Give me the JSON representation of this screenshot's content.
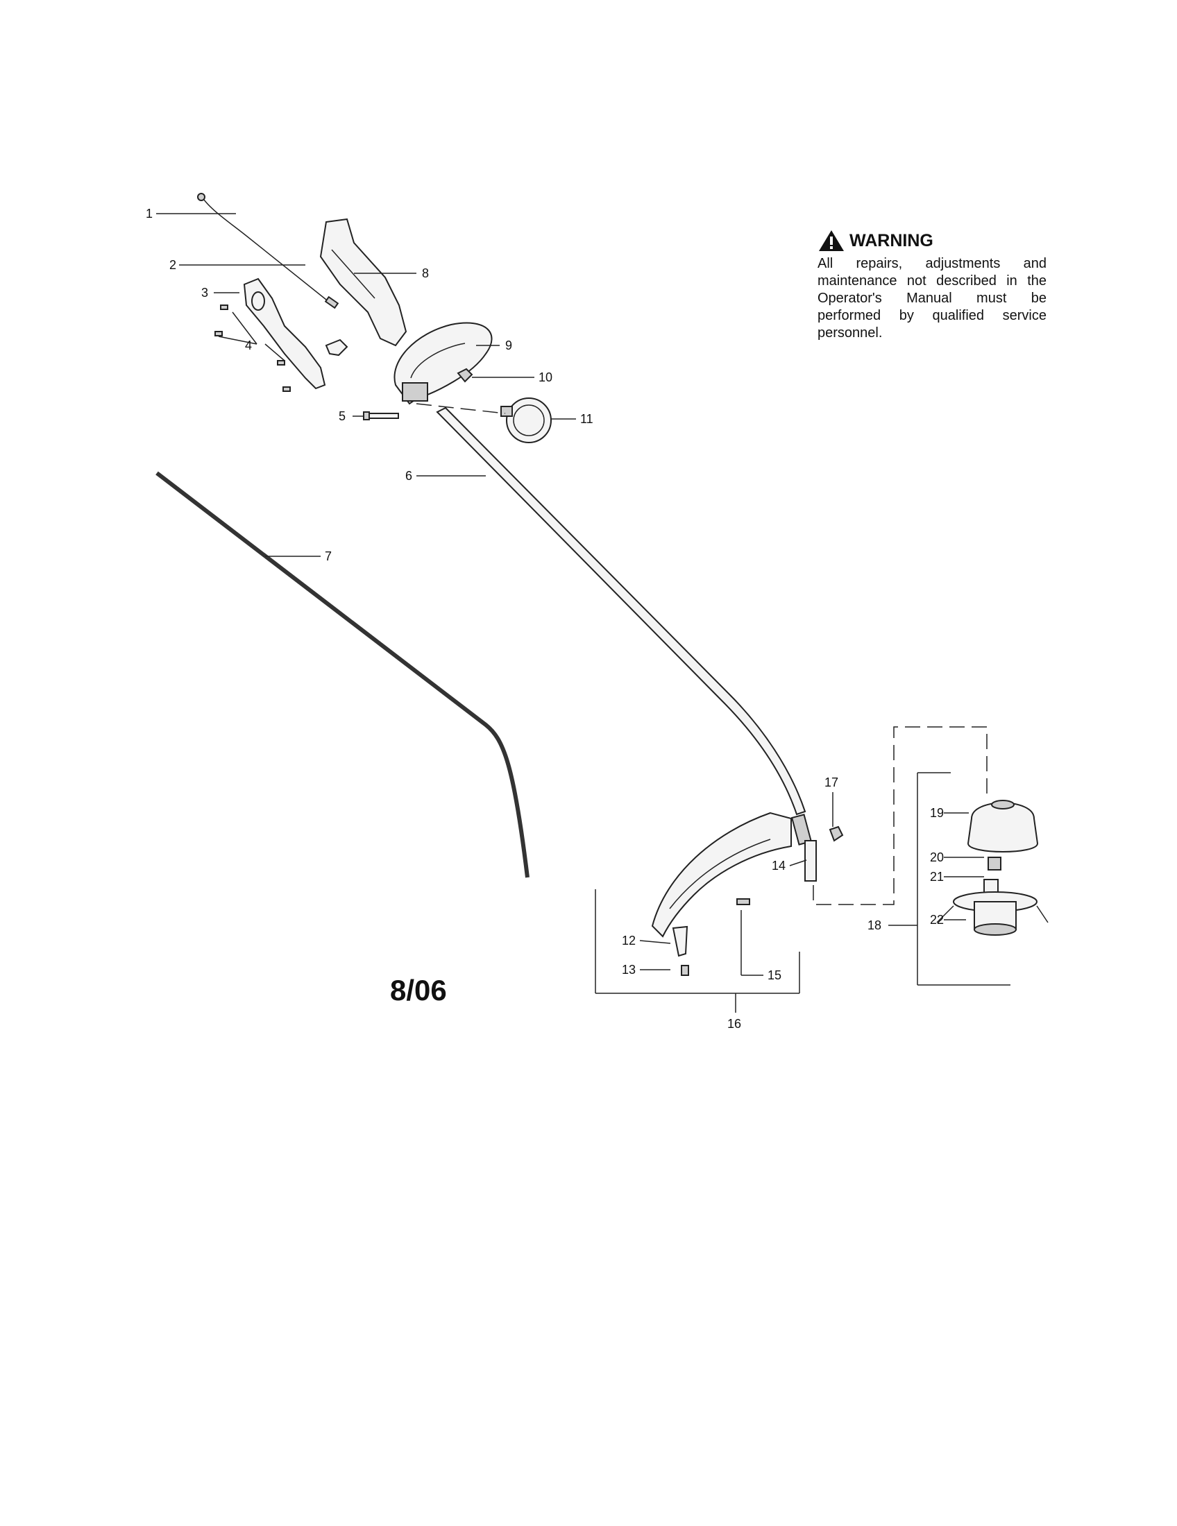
{
  "warning": {
    "title": "WARNING",
    "text": "All repairs, adjustments and maintenance not described in the Operator's Manual must be performed by qualified service personnel."
  },
  "date_code": "8/06",
  "callouts": [
    "1",
    "2",
    "3",
    "4",
    "5",
    "6",
    "7",
    "8",
    "9",
    "10",
    "11",
    "12",
    "13",
    "14",
    "15",
    "16",
    "17",
    "18",
    "19",
    "20",
    "21",
    "22"
  ]
}
